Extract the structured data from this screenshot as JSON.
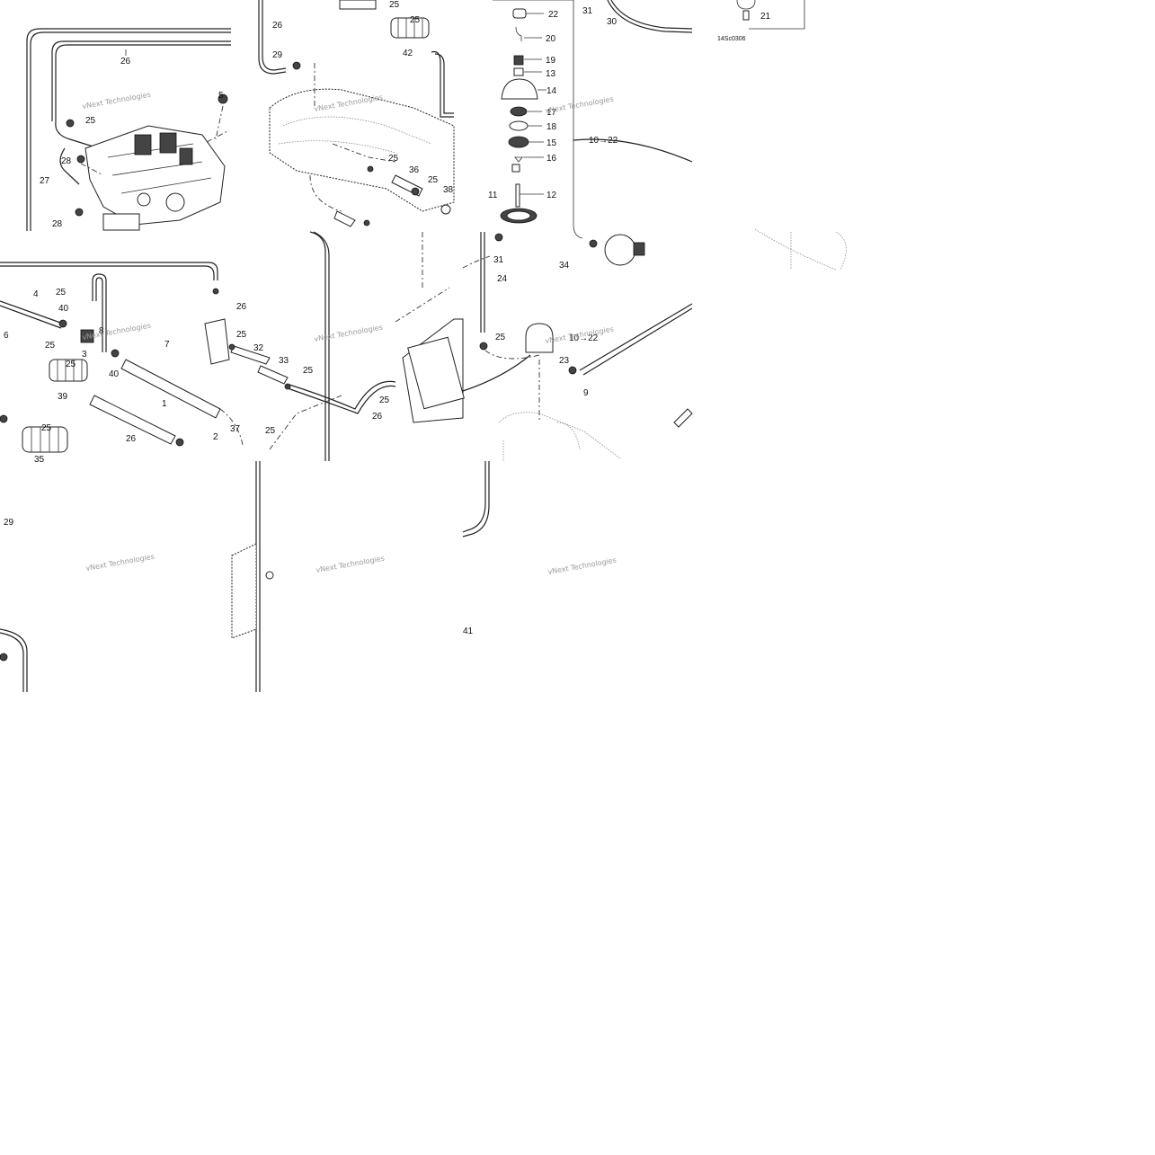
{
  "diagram": {
    "watermark": "vNext Technologies",
    "code": "14Sc0306",
    "callouts": [
      "22",
      "20",
      "19",
      "13",
      "14",
      "17",
      "18",
      "15",
      "16",
      "11",
      "12",
      "31",
      "30",
      "21",
      "26",
      "29",
      "25",
      "42",
      "10→22",
      "26",
      "5",
      "25",
      "28",
      "27",
      "28",
      "25",
      "38",
      "36",
      "25",
      "34",
      "31",
      "24",
      "25",
      "4",
      "40",
      "6",
      "25",
      "39",
      "35",
      "7",
      "1",
      "26",
      "2",
      "37",
      "32",
      "33",
      "26",
      "25",
      "25",
      "25",
      "10→22",
      "23",
      "9",
      "29",
      "41",
      "3",
      "8",
      "40",
      "25",
      "25",
      "26",
      "25",
      "25",
      "25"
    ]
  }
}
